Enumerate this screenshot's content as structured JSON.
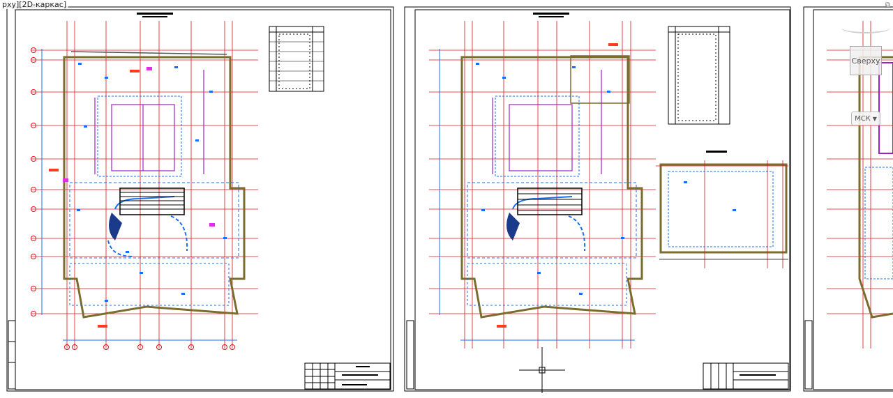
{
  "viewport": {
    "label": "рху][2D-каркас]"
  },
  "viewcube": {
    "face_label": "Сверху",
    "wcs_label": "МСК"
  },
  "icons": {
    "corner": "window-restore-icon",
    "wcs_caret": "chevron-down-icon"
  },
  "colors": {
    "grid_axis": "#e0101a",
    "dimension": "#1a6ff0",
    "wall": "#7a6d2e",
    "partition": "#a020c8",
    "annotation": "#ff3b1f",
    "ink": "#000000"
  }
}
